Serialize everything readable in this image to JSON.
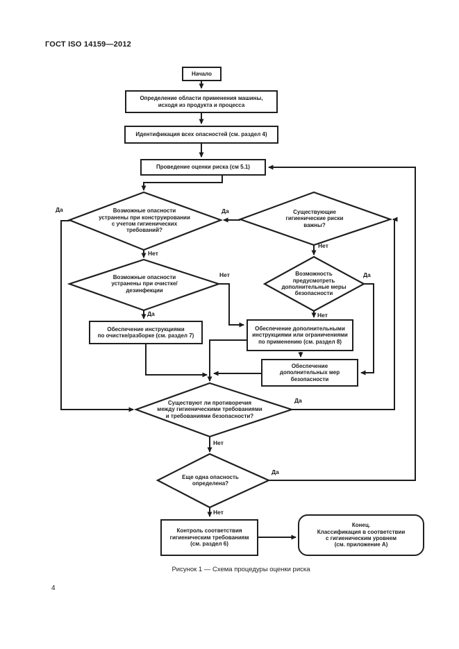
{
  "page": {
    "header": "ГОСТ ISO 14159—2012",
    "caption": "Рисунок  1 — Схема процедуры оценки риска",
    "page_number": "4"
  },
  "flowchart": {
    "labels": {
      "yes": "Да",
      "no": "Нет"
    },
    "nodes": {
      "start": "Начало",
      "scope": "Определение области применения машины,\nисходя из продукта и процесса",
      "identify": "Идентификация всех опасностей (см. раздел 4)",
      "assess": "Проведение оценки риска (см 5.1)",
      "design": "Возможные опасности\nустранены при конструировании\nс учетом гигиенических\nтребований?",
      "risks_significant": "Существующие\nгигиенические риски\nважны?",
      "cleaning": "Возможные опасности\nустранены при очистке/\nдезинфекции",
      "additional_possible": "Возможность\nпредусмотреть\nдополнительные меры\nбезопасности",
      "cleaning_instructions": "Обеспечение инструкциями\nпо очистке/разборке (см. раздел 7)",
      "additional_instructions": "Обеспечение дополнительными\nинструкциями или ограничениями\nпо применению (см. раздел 8)",
      "additional_measures": "Обеспечение\nдополнительных мер\nбезопасности",
      "conflicts": "Существуют ли противоречия\nмежду гигиеническими требованиями\nи требованиями безопасности?",
      "another_hazard": "Еще одна опасность\nопределена?",
      "conformity_control": "Контроль соответствия\nгигиеническим требованиям\n(см. раздел 6)",
      "end": "Конец.\nКлассификация в соответствии\nс гигиеническим уровнем\n(см. приложение А)"
    }
  }
}
